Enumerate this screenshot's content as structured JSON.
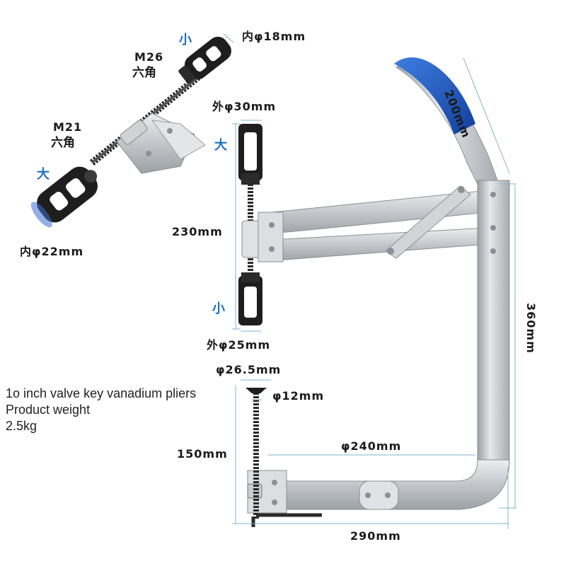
{
  "labels": {
    "small_top": "小",
    "inner_18": "内φ18mm",
    "m26": "M26",
    "hex1": "六角",
    "outer_30": "外φ30mm",
    "big_top": "大",
    "m21": "M21",
    "hex2": "六角",
    "big_left": "大",
    "inner_22": "内φ22mm",
    "len_230": "230mm",
    "small_mid": "小",
    "outer_25": "外φ25mm",
    "len_200": "200mm",
    "len_360": "360mm",
    "d_265": "φ26.5mm",
    "d_12": "φ12mm",
    "len_150": "150mm",
    "d_240": "φ240mm",
    "len_290": "290mm"
  },
  "info": {
    "line1": "1o inch valve key vanadium pliers",
    "line2": "Product weight",
    "line3": "2.5kg"
  },
  "colors": {
    "accent_blue": "#1f6fc0",
    "handle_blue": "#1a4fb5",
    "steel": "#c9ccd0",
    "dark_steel": "#2a2a2a",
    "dim_line": "#7fb4c9"
  }
}
